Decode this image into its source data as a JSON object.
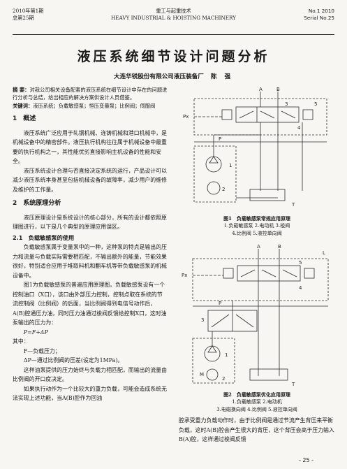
{
  "header": {
    "issue_left_1": "2010年第1期",
    "issue_left_2": "总第25期",
    "journal_cn": "重工与起重技术",
    "journal_en": "HEAVY INDUSTRIAL & HOISTING MACHINERY",
    "no_right_1": "No.1 2010",
    "no_right_2": "Serial No.25"
  },
  "article": {
    "title": "液压系统细节设计问题分析",
    "affiliation": "大连华锐股份有限公司液压装备厂",
    "author": "陈 强"
  },
  "abstract": {
    "label": "摘 要：",
    "text": "对我公司相关设备配套的液压系统在细节设计中存在的问题进行分析与总结，给出相应的解决方案供设计人员借鉴。",
    "keywords_label": "关键词：",
    "keywords": "液压系统；负载敏感泵；恒压变量泵；比例阀；伺服阀"
  },
  "sections": {
    "s1_title": "1　概述",
    "s1_p1": "液压系统广泛应用于轧钢机械、连铸机械和港口机械中，是机械设备中的精密部件。液压执行机构往往属于机械设备中最重要的执行机构之一，其性能优劣直接影响主机设备的性能和安全。",
    "s1_p2": "液压系统设计合理与否直接决定系统的运行，产品设计可以减少液压系统本身甚至包括机械设备的故障率，减少用户的维修及维护的工作量。",
    "s2_title": "2　系统原理分析",
    "s2_p1": "液压原理设计是系统设计的核心部分，所有的设计都依照原理图进行，以下是几个典型的原理应用误区。",
    "s21_title": "2.1　负载敏感泵的使用",
    "s21_p1": "负载敏感泵属于变量泵中的一种，这种泵的特点是输出的压力和流量与负载实际需要相匹配，不输出额外的能量，节能效果很好，特别适合应用于堆取料机和翻车机等带负载敏感泵的机械设备中。",
    "s21_p2": "图1为负载敏感泵的普遍应用原理图，负载敏感泵设有一个控制油口（X口），该口由外部压力控制，控制点取在系统的节流控制阀（比例阀）的后面，当比例阀得到电信号动作后，A(B)腔通压力油，同时压力油通过梭阀反馈给控制X口，这时油泵输出的压力为：",
    "formula": "P=F+ΔP",
    "where": "其中：",
    "def1": "F—负载压力；",
    "def2": "ΔP—通过比例阀的压差(设定为1MPa)。",
    "s21_p3": "这样油泵提供的压力始终与负载力相匹配，而输出的流量由比例阀的开口度决定。",
    "s21_p4": "如果执行动作为一个比较大的重力负载，可能会造成系统无法实现上述功能，当A(B)腔作为回油",
    "right_p": "腔承受重力负载动作时，由于比例阀是通过节流产生背压来平衡负载，这时A(B)腔会产生很大的背压，这个背压会高于压力输入B(A)腔，这样通过梭阀反馈"
  },
  "figures": {
    "fig1_title": "图1　负载敏感泵常规应用原理",
    "fig1_legend_1": "1.负载敏感泵 2.电动机 3.梭阀",
    "fig1_legend_2": "4.比例阀 5.液控单向阀",
    "fig2_title": "图2　负载敏感泵优化应用原理",
    "fig2_legend_1": "1.负载敏感泵 2.电动机",
    "fig2_legend_2": "3.电磁换向阀 4.比例阀 5.液控单向阀",
    "labels": {
      "A": "A",
      "B": "B",
      "Px": "Px",
      "P": "P",
      "T": "T",
      "L": "L",
      "M": "M",
      "n1": "1",
      "n2": "2",
      "n3": "3",
      "n4": "4",
      "n5": "5"
    }
  },
  "page_number": "- 25 -"
}
